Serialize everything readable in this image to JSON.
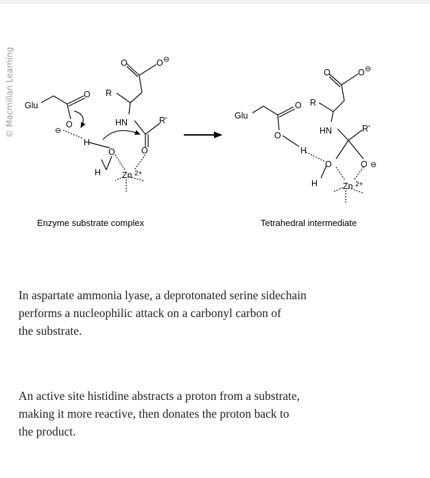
{
  "credit": "© Macmillan Learning",
  "scheme": {
    "left": {
      "caption": "Enzyme substrate complex",
      "labels": {
        "glu": "Glu",
        "r": "R",
        "hn": "HN",
        "rprime": "R'",
        "o_top": "O",
        "o_top_right": "O",
        "o_carbonyl": "O",
        "o_glu": "O",
        "minus_glu": "⊖",
        "o_acyl": "O",
        "h_bridge": "H",
        "o_ser": "O",
        "h_ser": "H",
        "zn": "Zn",
        "zn_charge": "2+",
        "minus_top": "⊖"
      }
    },
    "right": {
      "caption": "Tetrahedral intermediate",
      "labels": {
        "glu": "Glu",
        "r": "R",
        "hn": "HN",
        "rprime": "R'",
        "o_top": "O",
        "o_top_right": "O",
        "o_glu_carbonyl": "O",
        "o_glu": "O",
        "h_bridge": "H",
        "o_ser": "O",
        "h_ser": "H",
        "o_minus": "O",
        "minus": "⊖",
        "zn": "Zn",
        "zn_charge": "2+",
        "minus_top": "⊖"
      }
    }
  },
  "options": [
    {
      "lines": [
        "In aspartate ammonia lyase, a deprotonated serine sidechain",
        "performs a nucleophilic attack on a carbonyl carbon of",
        "the substrate."
      ]
    },
    {
      "lines": [
        "An active site histidine abstracts a proton from a substrate,",
        "making it more reactive, then donates the proton back to",
        "the product."
      ]
    }
  ]
}
